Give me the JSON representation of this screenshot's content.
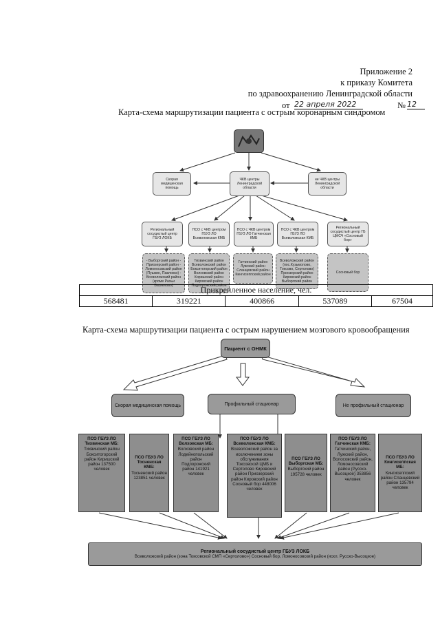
{
  "header": {
    "line1": "Приложение 2",
    "line2": "к приказу Комитета",
    "line3": "по здравоохранению Ленинградской области",
    "from_label": "от",
    "date_handwritten": "22 апреля 2022",
    "number_label": "№",
    "number_handwritten": "12"
  },
  "chart1": {
    "title": "Карта-схема маршрутизации пациента с  острым коронарным синдромом",
    "level1": [
      {
        "label": "Скорая медицинская помощь"
      },
      {
        "label": "ЧКВ центры Ленинградской области"
      },
      {
        "label": "не ЧКВ центры Ленинградской области"
      }
    ],
    "level2": [
      {
        "label": "Региональный сосудистый центр ГБУЗ ЛОКБ"
      },
      {
        "label": "ПСО с ЧКВ центром ГБУЗ ЛО Всеволожская КМБ"
      },
      {
        "label": "ПСО с ЧКВ центром ГБУЗ ЛО Гатчинская КМБ"
      },
      {
        "label": "ПСО с ЧКВ центром ГБУЗ ЛО Всеволожская КМБ"
      },
      {
        "label": "Региональный сосудистый центр ГБ ЦМСЧ «Сосновый бор»"
      }
    ],
    "level3": [
      {
        "label": "- Выборгский район - Приозерский район - Ломоносовский район (Пушкин, Павловск) - Всеволожский район (кроме Рахьи Васкелово)"
      },
      {
        "label": "Тихвинский район Всеволожский район Бокситогорский район Волховский район Киришский район Кировский район Подпорожский район"
      },
      {
        "label": "Гатчинский район Лужский район Сланцевский район Кингисеппский район"
      },
      {
        "label": "Всеволожский район (пос.Кузьмолово, Токсово, Сертолово) Приозерский район Кировский район Выборгский район"
      },
      {
        "label": "Сосновый бор"
      }
    ],
    "population": {
      "header": "Прикрепленное население, чел.",
      "values": [
        "568481",
        "319221",
        "400866",
        "537089",
        "67504"
      ]
    }
  },
  "chart2": {
    "title": "Карта-схема маршрутизации пациента с острым нарушением мозгового кровообращения",
    "top": "Пациент с ОНМК",
    "level1": [
      {
        "label": "Скорая медицинская помощь"
      },
      {
        "label": "Профильный стационар"
      },
      {
        "label": "Не профильный стационар"
      }
    ],
    "pso": [
      {
        "name": "ПСО ГБУЗ ЛО Тихвинская МБ:",
        "text": "Тихвинский район Бокситогорский район Киришский район 137500 человек"
      },
      {
        "name": "ПСО ГБУЗ ЛО Тосненская КМБ:",
        "text": "Тосненский район 123851 человек"
      },
      {
        "name": "ПСО ГБУЗ ЛО Волховская МБ:",
        "text": "Волховский район Лодейнопольский район Подпорожский район 141921 человек"
      },
      {
        "name": "ПСО ГБУЗ ЛО Всеволожская КМБ:",
        "text": "Всеволожский район за исключением зоны обслуживания Токсовской ЦМБ и Сертолово Кировский район Приозерский район Кировский район Сосновый бор 448006 человек"
      },
      {
        "name": "ПСО ГБУЗ ЛО Выборгская МБ:",
        "text": "Выборгский район 195728 человек"
      },
      {
        "name": "ПСО ГБУЗ ЛО Гатчинская КМБ:",
        "text": "Гатчинский район, Лужский район, Волосовский район, Ломоносовский район (Русско-Высоцкое) 353856 человек"
      },
      {
        "name": "ПСО ГБУЗ ЛО Кингисеппская МБ:",
        "text": "Кингисеппский район Сланцевский район 135794 человек"
      }
    ],
    "bottom": {
      "title": "Региональный сосудистый центр ГБУЗ ЛОКБ",
      "text": "Всеволожский район (зона Токсовской СМП «Сертолово») Сосновый бор, Ломоносовский район (искл. Русско-Высоцкое)"
    }
  }
}
